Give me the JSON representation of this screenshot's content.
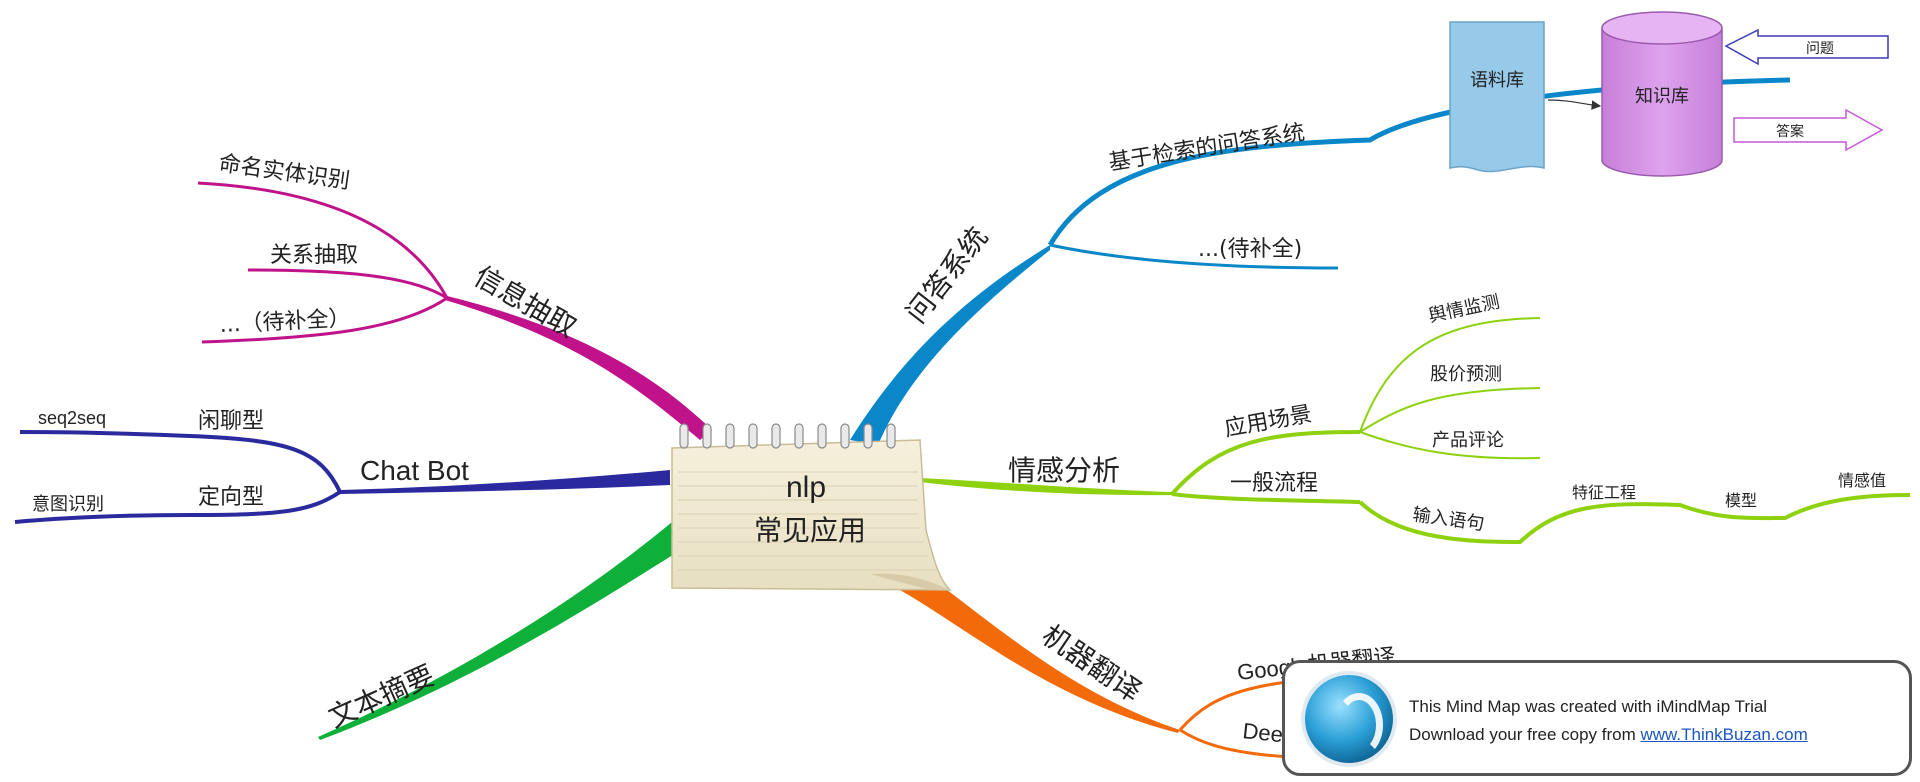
{
  "center": {
    "title": "nlp",
    "subtitle": "常见应用"
  },
  "branches": {
    "qa": {
      "label": "问答系统",
      "color": "#0a87c9",
      "children": [
        "基于检索的问答系统",
        "...(待补全)"
      ],
      "figure": {
        "corpus": "语料库",
        "kb": "知识库",
        "question": "问题",
        "answer": "答案"
      }
    },
    "info": {
      "label": "信息抽取",
      "color": "#c0128a",
      "children": [
        "命名实体识别",
        "关系抽取",
        "...（待补全）"
      ]
    },
    "chatbot": {
      "label": "Chat Bot",
      "color": "#2a2a9e",
      "children": [
        "闲聊型",
        "定向型"
      ],
      "grandchildren": [
        "seq2seq",
        "意图识别"
      ]
    },
    "sentiment": {
      "label": "情感分析",
      "color": "#8dd10f",
      "children": [
        "应用场景",
        "一般流程"
      ],
      "scenes": [
        "舆情监测",
        "股价预测",
        "产品评论"
      ],
      "pipeline": [
        "输入语句",
        "特征工程",
        "模型",
        "情感值"
      ]
    },
    "summary": {
      "label": "文本摘要",
      "color": "#0fb03a"
    },
    "mt": {
      "label": "机器翻译",
      "color": "#f26a0a",
      "children": [
        "Google机器翻译",
        "DeepL"
      ],
      "deepl_tail": "g"
    }
  },
  "banner": {
    "line1": "This Mind Map was created with iMindMap Trial",
    "line2_prefix": "Download your free copy from ",
    "link": "www.ThinkBuzan.com",
    "logo_icon": "imindmap-logo-icon"
  }
}
